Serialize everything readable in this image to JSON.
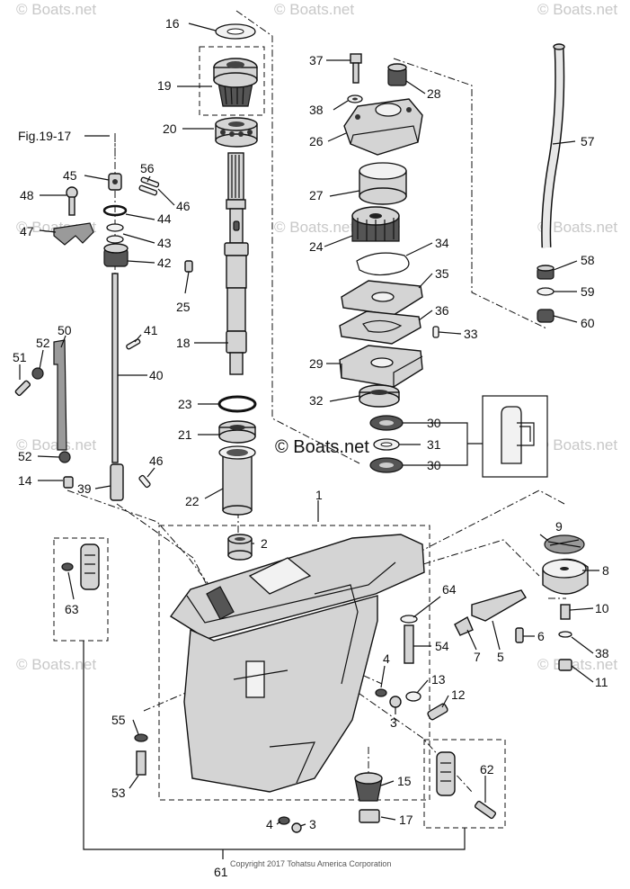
{
  "watermark": "© Boats.net",
  "center_watermark": "© Boats.net",
  "fig_ref": "Fig.19-17",
  "copyright": "Copyright 2017 Tohatsu America Corporation",
  "labels": {
    "l1": "1",
    "l2": "2",
    "l3a": "3",
    "l3b": "3",
    "l4a": "4",
    "l4b": "4",
    "l5": "5",
    "l6": "6",
    "l7": "7",
    "l8": "8",
    "l9": "9",
    "l10": "10",
    "l11": "11",
    "l12": "12",
    "l13": "13",
    "l14": "14",
    "l15": "15",
    "l16": "16",
    "l17": "17",
    "l18": "18",
    "l19": "19",
    "l20": "20",
    "l21": "21",
    "l22": "22",
    "l23": "23",
    "l24": "24",
    "l25": "25",
    "l26": "26",
    "l27": "27",
    "l28": "28",
    "l29": "29",
    "l30a": "30",
    "l30b": "30",
    "l31": "31",
    "l32": "32",
    "l33": "33",
    "l34": "34",
    "l35": "35",
    "l36": "36",
    "l37": "37",
    "l38a": "38",
    "l38b": "38",
    "l39": "39",
    "l40": "40",
    "l41": "41",
    "l42": "42",
    "l43": "43",
    "l44": "44",
    "l45": "45",
    "l46a": "46",
    "l46b": "46",
    "l47": "47",
    "l48": "48",
    "l50": "50",
    "l51": "51",
    "l52a": "52",
    "l52b": "52",
    "l53": "53",
    "l54": "54",
    "l55": "55",
    "l56": "56",
    "l57": "57",
    "l58": "58",
    "l59": "59",
    "l60": "60",
    "l61": "61",
    "l62": "62",
    "l63": "63",
    "l64": "64"
  }
}
